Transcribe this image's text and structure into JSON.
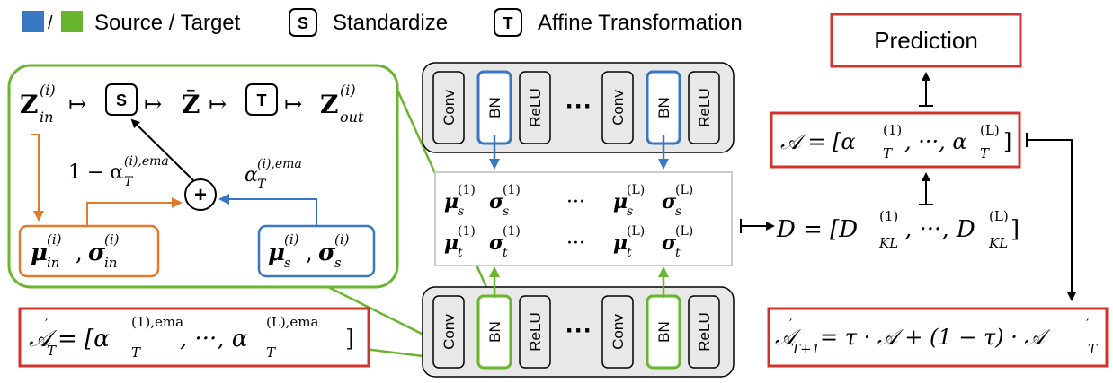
{
  "colors": {
    "source": "#3a77c2",
    "target": "#6ab52e",
    "red_box": "#d0342c",
    "orange": "#e07a2e",
    "gray_fill": "#e8e8e8",
    "black": "#000000"
  },
  "legend": {
    "slash": "/",
    "source_target": "Source / Target",
    "s_symbol": "S",
    "standardize": "Standardize",
    "t_symbol": "T",
    "affine": "Affine Transformation"
  },
  "top_row": {
    "z_in": "Z",
    "sup_i": "(i)",
    "sub_in": "in",
    "z_bar": "Z̄",
    "z_out": "Z",
    "sub_out": "out",
    "s_box": "S",
    "t_box": "T",
    "mapsto": "↦"
  },
  "mix": {
    "one_minus_alpha": "1 − α",
    "alpha": "α",
    "sup_ema": "(i),ema",
    "sub_T": "T",
    "plus": "+"
  },
  "stats_in": {
    "mu": "μ",
    "sigma": "σ",
    "sup_i": "(i)",
    "sub_in": "in",
    "comma": ","
  },
  "stats_s": {
    "mu": "μ",
    "sigma": "σ",
    "sup_i": "(i)",
    "sub_s": "s",
    "comma": ","
  },
  "network": {
    "layers": [
      "Conv",
      "BN",
      "ReLU",
      "Conv",
      "BN",
      "ReLU"
    ],
    "dots": "···"
  },
  "stat_matrix": {
    "row_s": {
      "mu": "μ",
      "sigma": "σ",
      "sub": "s",
      "sup1": "(1)",
      "supL": "(L)"
    },
    "row_t": {
      "mu": "μ",
      "sigma": "σ",
      "sub": "t",
      "sup1": "(1)",
      "supL": "(L)"
    },
    "dots": "···"
  },
  "prediction": "Prediction",
  "formula_A": {
    "lhs": "𝒜 = [α",
    "sub_T": "T",
    "sup1": "(1)",
    "mid": ", ···, α",
    "supL": "(L)",
    "rhs": "]"
  },
  "formula_D": {
    "lhs": "D = [D",
    "sub_KL": "KL",
    "sup1": "(1)",
    "mid": ", ···, D",
    "supL": "(L)",
    "rhs": "]"
  },
  "formula_AT": {
    "lhs": "𝒜",
    "prime": "′",
    "sub_T": "T",
    "eq": " = [α",
    "sup1": "(1),ema",
    "mid": ", ···, α",
    "supL": "(L),ema",
    "rhs": "]"
  },
  "formula_update": {
    "lhs": "𝒜",
    "prime": "′",
    "sub_T1": "T+1",
    "rhs1": " = τ · 𝒜 + (1 − τ) · 𝒜",
    "prime2": "′",
    "sub_T": "T"
  }
}
